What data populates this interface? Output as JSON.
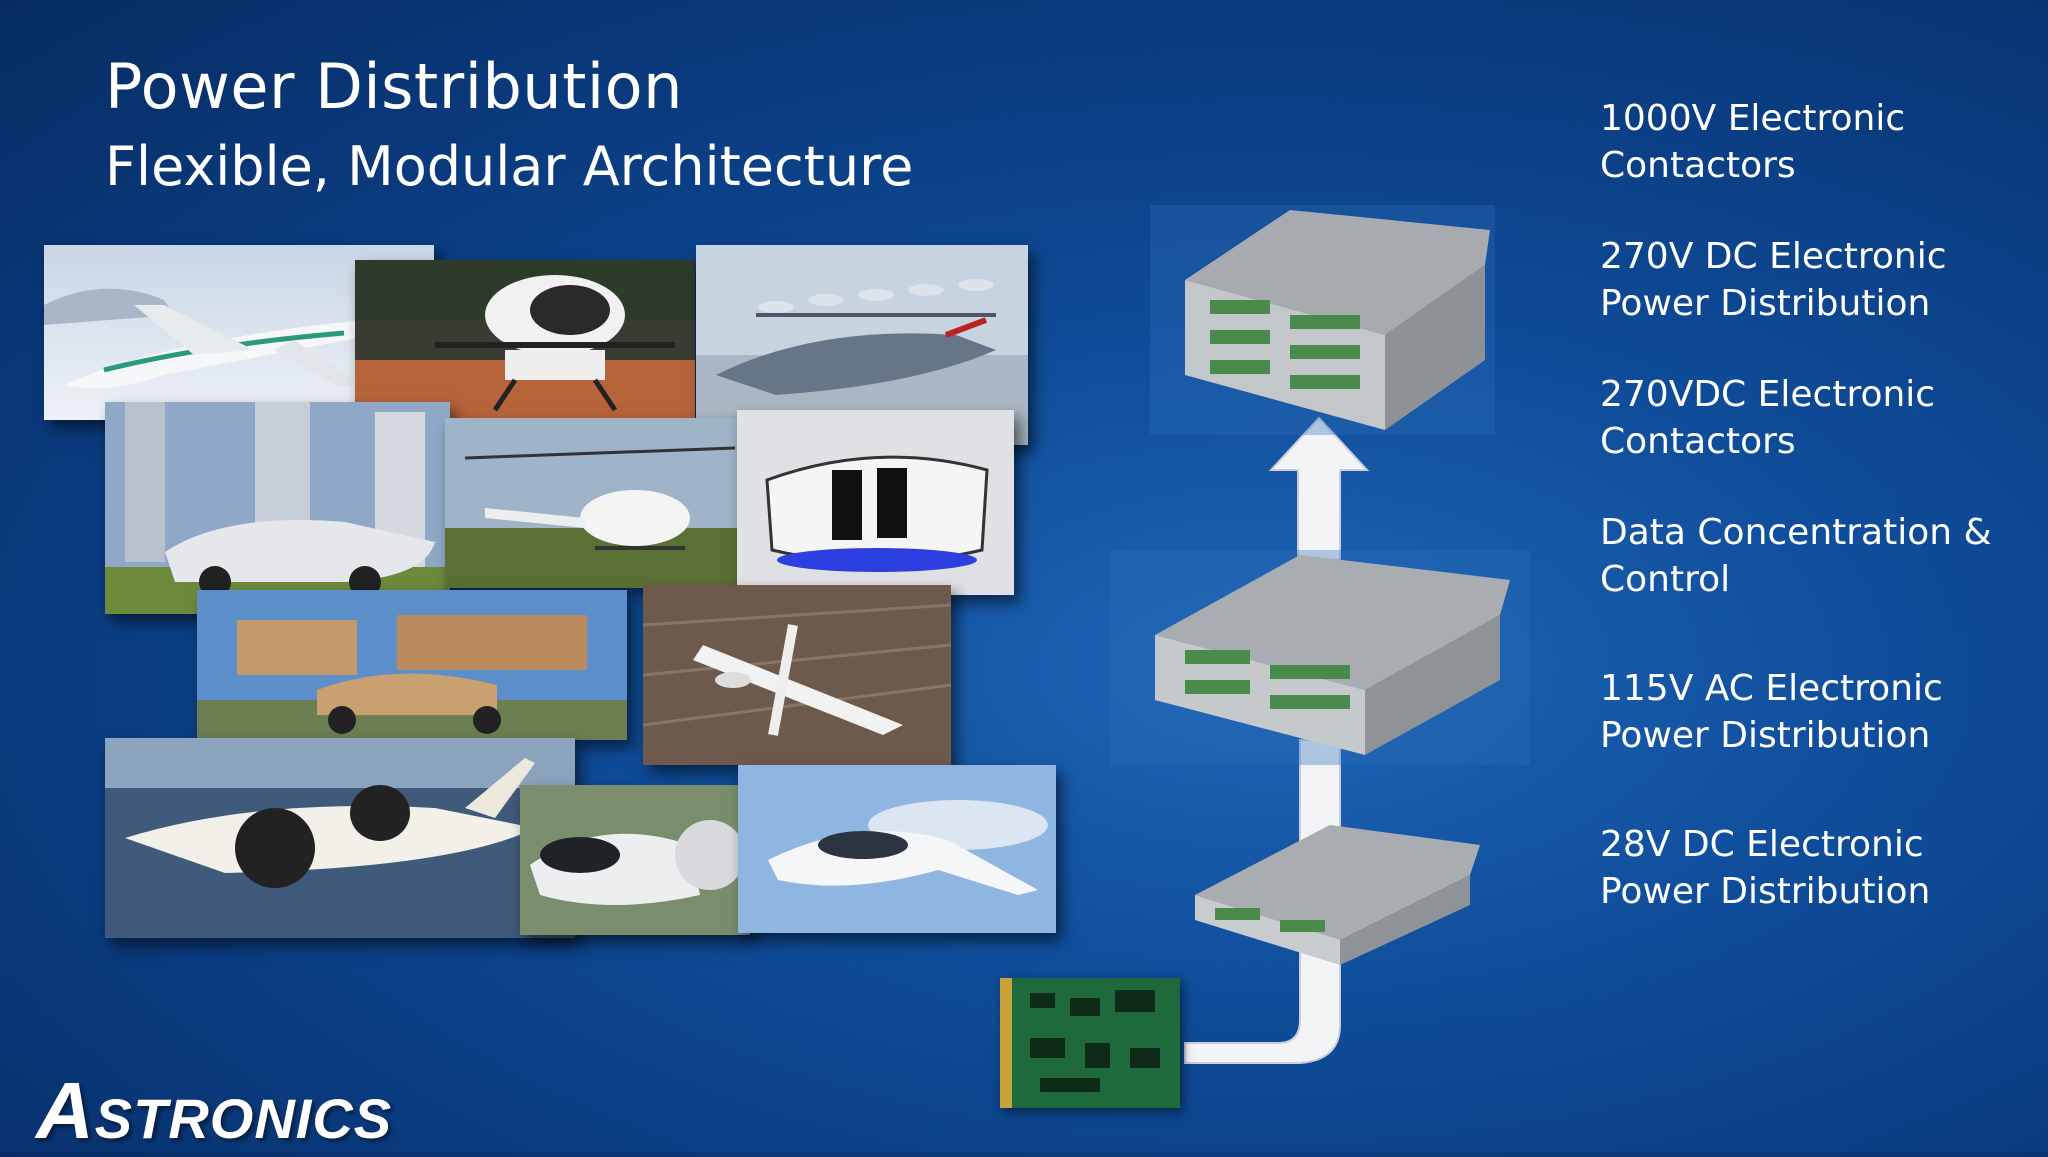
{
  "slide": {
    "title": "Power Distribution",
    "subtitle": "Flexible, Modular Architecture"
  },
  "features": [
    {
      "label": "1000V Electronic\nContactors"
    },
    {
      "label": "270V DC Electronic\nPower Distribution"
    },
    {
      "label": "270VDC Electronic\nContactors"
    },
    {
      "label": "Data Concentration &\nControl"
    },
    {
      "label": "115V AC Electronic\nPower Distribution"
    },
    {
      "label": "28V DC Electronic\nPower Distribution"
    }
  ],
  "logo": {
    "first_letter": "A",
    "rest": "STRONICS"
  },
  "colors": {
    "background": "#0f4d9a",
    "text": "#ffffff",
    "arrow": "#f2f4f6",
    "unit_body": "#b9bcc0"
  }
}
